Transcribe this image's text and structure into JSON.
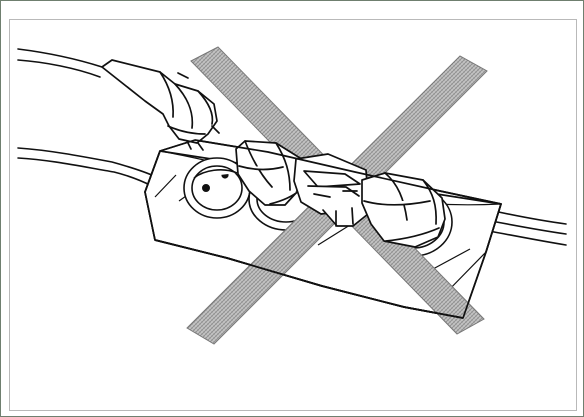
{
  "diagram": {
    "objects": [
      "power-strip",
      "power-cord",
      "plug-primary",
      "plug-secondary",
      "adapter",
      "plug-tertiary",
      "prohibition-cross"
    ],
    "colors": {
      "line": "#111111",
      "fill": "#ffffff",
      "hatch_light": "#b8b8b8",
      "hatch_dark": "#8e8e8e",
      "frame": "#6f7f6f",
      "panel": "#b9b9b9"
    }
  }
}
